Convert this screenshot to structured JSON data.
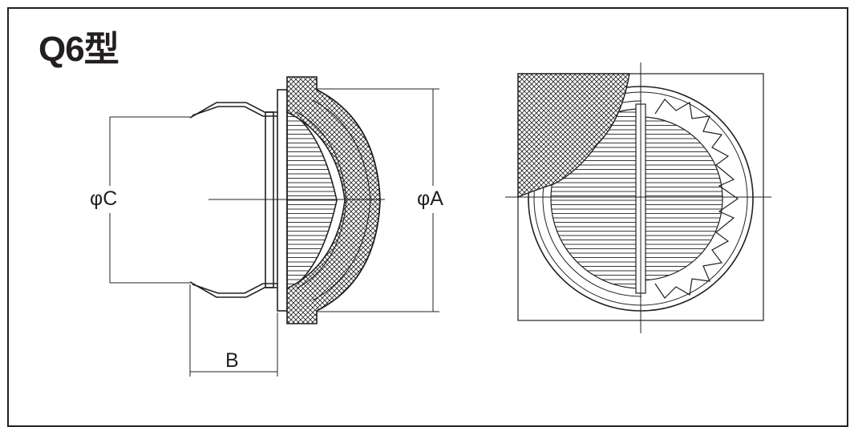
{
  "title": "Q6型",
  "dimensions": {
    "phi_c": "φC",
    "phi_a": "φA",
    "b": "B"
  },
  "colors": {
    "line": "#231f20",
    "background": "#ffffff"
  }
}
